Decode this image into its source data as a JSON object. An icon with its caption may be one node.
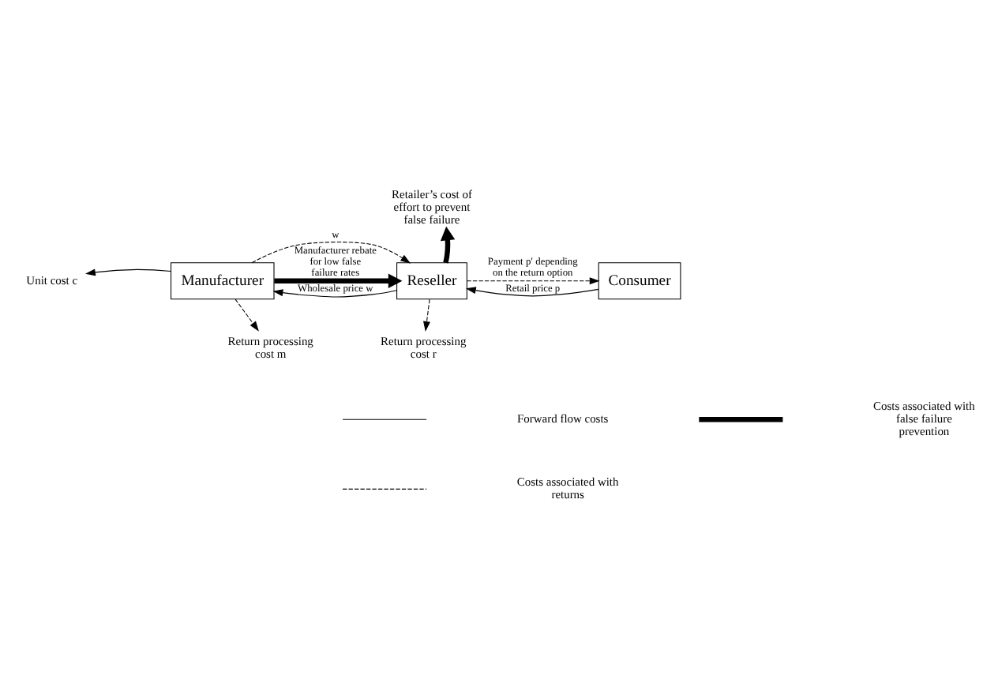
{
  "diagram": {
    "nodes": [
      {
        "text": [
          "Retailer’s cost of effort to prevent false failure"
        ]
      },
      {
        "text": [
          "Unit cost c"
        ]
      },
      {
        "text": [
          "Manufacturer"
        ]
      },
      {
        "text": [
          "Reseller"
        ]
      },
      {
        "text": [
          "Consumer"
        ]
      },
      {
        "text": [
          "Return processing cost m"
        ]
      },
      {
        "text": [
          "Return processing cost r"
        ]
      }
    ],
    "edges": [
      {
        "from": 2,
        "to": 3,
        "arrow": "to",
        "label": "Manufacturer rebate for low false failure rates",
        "style": "thick"
      },
      {
        "from": 3,
        "to": 0,
        "arrow": "to",
        "style": "thick"
      },
      {
        "from": 3,
        "to": 2,
        "arrow": "to",
        "label": "Wholesale price w"
      },
      {
        "from": 4,
        "to": 3,
        "arrow": "to",
        "label": "Retail price p"
      },
      {
        "from": 2,
        "to": 1,
        "arrow": "to"
      },
      {
        "from": 2,
        "to": 5,
        "arrow": "to",
        "style": "dashed"
      },
      {
        "from": 2,
        "to": 3,
        "arrow": "to",
        "label": "w",
        "style": "dashed"
      },
      {
        "from": 3,
        "to": 6,
        "arrow": "to",
        "style": "dashed"
      },
      {
        "from": 3,
        "to": 4,
        "arrow": "to",
        "label": "Payment p′ depending on the return option",
        "style": "dashed"
      }
    ],
    "legend": [
      {
        "text": "Forward flow costs"
      },
      {
        "text": "Costs associated with returns"
      },
      {
        "text": "Costs associated with false failure prevention"
      }
    ]
  }
}
